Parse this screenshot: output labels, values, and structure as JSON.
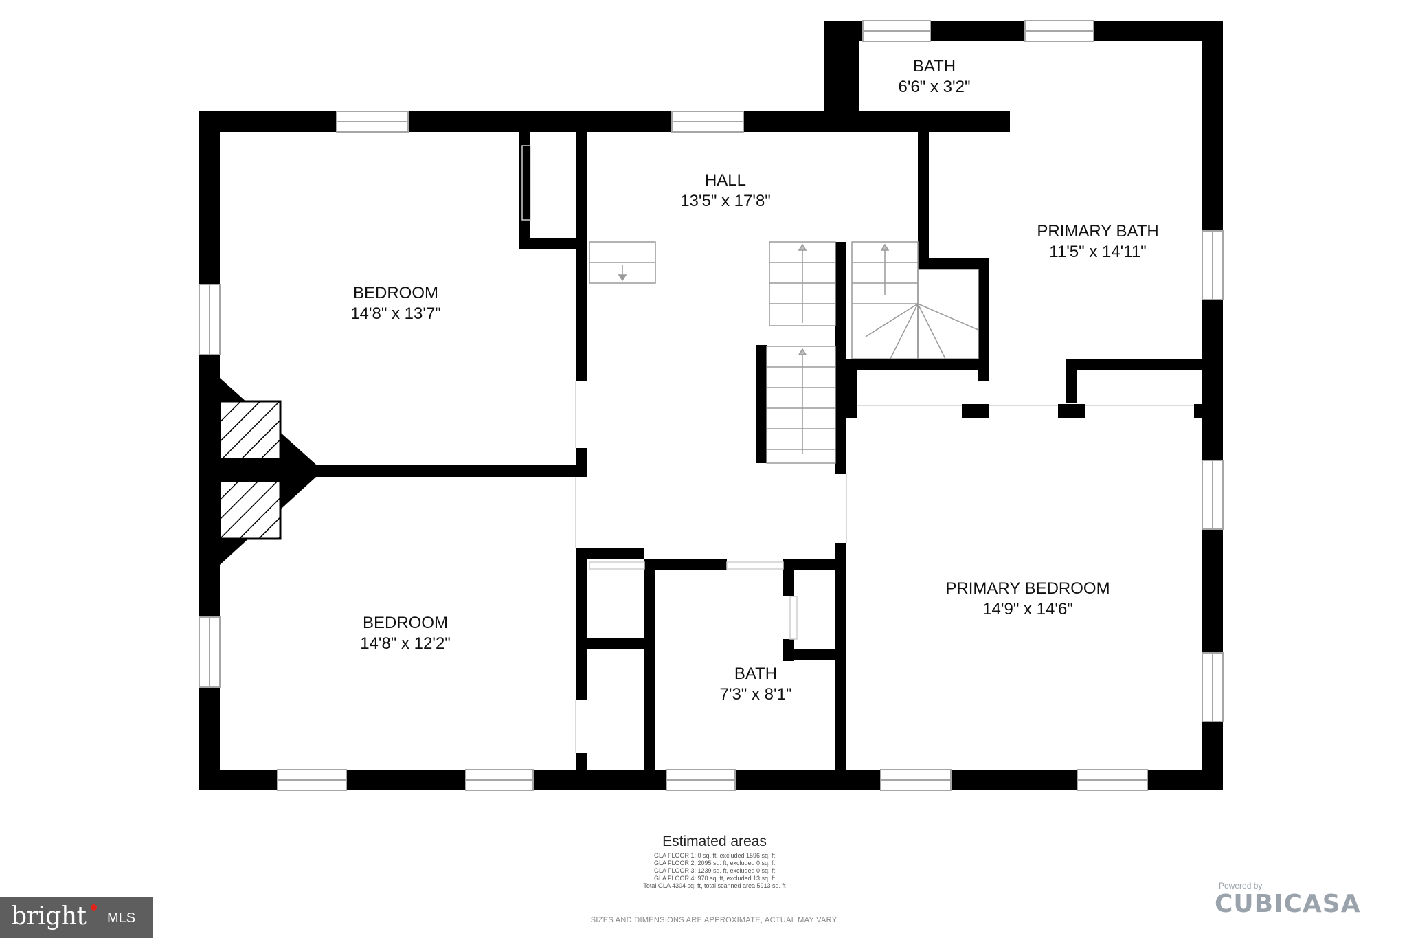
{
  "rooms": {
    "bath_top": {
      "name": "BATH",
      "dims": "6'6\" x 3'2\""
    },
    "hall": {
      "name": "HALL",
      "dims": "13'5\" x 17'8\""
    },
    "primary_bath": {
      "name": "PRIMARY BATH",
      "dims": "11'5\" x 14'11\""
    },
    "bedroom_1": {
      "name": "BEDROOM",
      "dims": "14'8\" x 13'7\""
    },
    "bedroom_2": {
      "name": "BEDROOM",
      "dims": "14'8\" x 12'2\""
    },
    "bath_bottom": {
      "name": "BATH",
      "dims": "7'3\" x 8'1\""
    },
    "primary_bedroom": {
      "name": "PRIMARY BEDROOM",
      "dims": "14'9\" x 14'6\""
    }
  },
  "areas": {
    "title": "Estimated areas",
    "lines": [
      "GLA FLOOR 1: 0 sq. ft, excluded 1596 sq. ft",
      "GLA FLOOR 2: 2095 sq. ft, excluded 0 sq. ft",
      "GLA FLOOR 3: 1239 sq. ft, excluded 0 sq. ft",
      "GLA FLOOR 4: 970 sq. ft, excluded 13 sq. ft",
      "Total GLA 4304 sq. ft, total scanned area 5913 sq. ft"
    ]
  },
  "disclaimer": "SIZES AND DIMENSIONS ARE APPROXIMATE, ACTUAL MAY VARY.",
  "logos": {
    "bright_word": "bright",
    "bright_mls": "MLS",
    "cubicasa_powered": "Powered by",
    "cubicasa_name": "CUBICASA"
  },
  "colors": {
    "wall": "#000000",
    "window": "#bfbfbf",
    "logo_gray": "#5e5e5e",
    "bright_accent": "#e2231a",
    "cubicasa_gray": "#9aa3ab"
  }
}
